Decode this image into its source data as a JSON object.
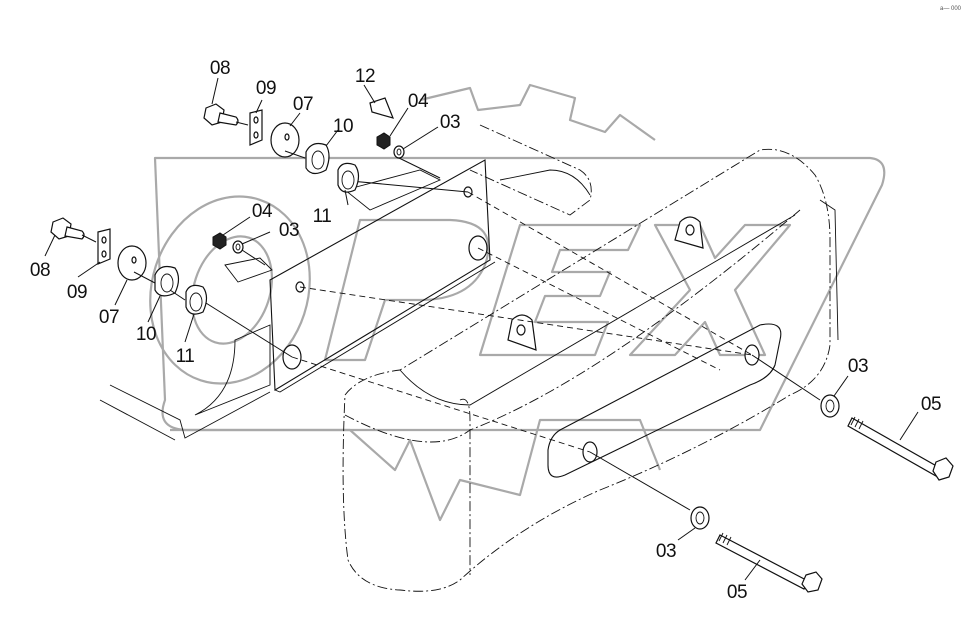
{
  "diagram": {
    "title": "Counterweight assembly exploded view",
    "watermark": "OPEX",
    "corner_mark": "a— 000",
    "callouts": [
      {
        "id": "upper-08",
        "label": "08",
        "part": "bolt"
      },
      {
        "id": "upper-09",
        "label": "09",
        "part": "plate"
      },
      {
        "id": "upper-07",
        "label": "07",
        "part": "cap"
      },
      {
        "id": "upper-10",
        "label": "10",
        "part": "ring-washer"
      },
      {
        "id": "upper-11",
        "label": "11",
        "part": "shim"
      },
      {
        "id": "upper-12",
        "label": "12",
        "part": "clip"
      },
      {
        "id": "upper-04",
        "label": "04",
        "part": "nut"
      },
      {
        "id": "upper-03",
        "label": "03",
        "part": "washer"
      },
      {
        "id": "mid-04",
        "label": "04",
        "part": "nut"
      },
      {
        "id": "mid-03",
        "label": "03",
        "part": "washer"
      },
      {
        "id": "lower-08",
        "label": "08",
        "part": "bolt"
      },
      {
        "id": "lower-09",
        "label": "09",
        "part": "plate"
      },
      {
        "id": "lower-07",
        "label": "07",
        "part": "cap"
      },
      {
        "id": "lower-10",
        "label": "10",
        "part": "ring-washer"
      },
      {
        "id": "lower-11",
        "label": "11",
        "part": "shim"
      },
      {
        "id": "right-03",
        "label": "03",
        "part": "washer"
      },
      {
        "id": "right-05",
        "label": "05",
        "part": "long-bolt"
      },
      {
        "id": "bottom-03",
        "label": "03",
        "part": "washer"
      },
      {
        "id": "bottom-05",
        "label": "05",
        "part": "long-bolt"
      }
    ]
  }
}
